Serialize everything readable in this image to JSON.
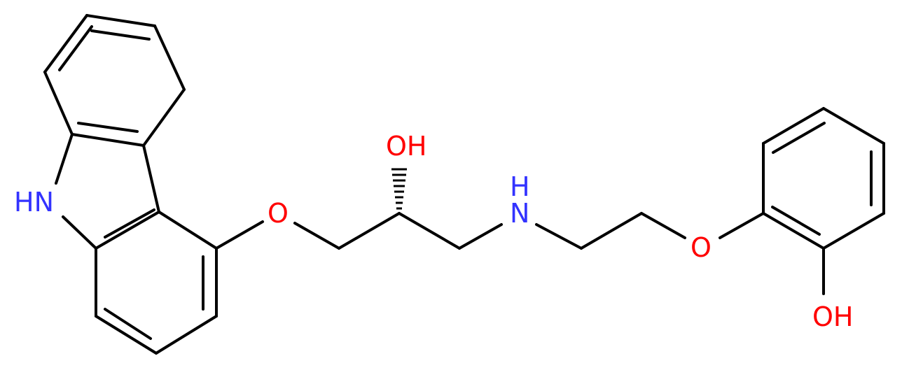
{
  "diagram": {
    "atoms": [
      {
        "name": "atom-label-nh",
        "text": "HN",
        "color": "#3333ff"
      },
      {
        "name": "atom-label-o-ether-left",
        "text": "O",
        "color": "#ff0000"
      },
      {
        "name": "atom-label-oh-top",
        "text": "OH",
        "color": "#ff0000"
      },
      {
        "name": "atom-label-nh-amine",
        "text": "N",
        "color": "#3333ff"
      },
      {
        "name": "atom-label-h-amine",
        "text": "H",
        "color": "#3333ff"
      },
      {
        "name": "atom-label-o-ether-right",
        "text": "O",
        "color": "#ff0000"
      },
      {
        "name": "atom-label-oh-phenol",
        "text": "OH",
        "color": "#ff0000"
      }
    ],
    "colors": {
      "bond": "#000000",
      "nitrogen": "#3333ff",
      "oxygen": "#ff0000"
    }
  }
}
